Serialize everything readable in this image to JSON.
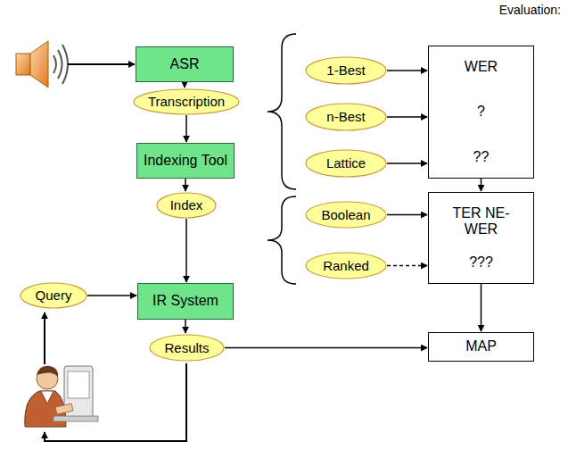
{
  "diagram": {
    "nodes": [
      {
        "text": [
          "ASR"
        ]
      },
      {
        "text": [
          "Transcription"
        ]
      },
      {
        "text": [
          "Indexing Tool"
        ]
      },
      {
        "text": [
          "Index"
        ]
      },
      {
        "text": [
          "Query"
        ]
      },
      {
        "text": [
          "IR System"
        ]
      },
      {
        "text": [
          "Results"
        ]
      },
      {
        "text": [
          "1-Best"
        ]
      },
      {
        "text": [
          "n-Best"
        ]
      },
      {
        "text": [
          "Lattice"
        ]
      },
      {
        "text": [
          "WER",
          "?",
          "??"
        ]
      },
      {
        "text": [
          "Boolean"
        ]
      },
      {
        "text": [
          "Ranked"
        ]
      },
      {
        "text": [
          "TER NE-WER",
          "???"
        ]
      },
      {
        "text": [
          "MAP"
        ]
      }
    ],
    "edges": [
      {
        "from": 0,
        "to": 1,
        "arrow": "to"
      },
      {
        "from": 1,
        "to": 2,
        "arrow": "to"
      },
      {
        "from": 2,
        "to": 3,
        "arrow": "to"
      },
      {
        "from": 3,
        "to": 5,
        "arrow": "to"
      },
      {
        "from": 4,
        "to": 5,
        "arrow": "to"
      },
      {
        "from": 5,
        "to": 6,
        "arrow": "to"
      },
      {
        "from": 6,
        "to": 14,
        "arrow": "to"
      },
      {
        "from": 7,
        "to": 10,
        "arrow": "to"
      },
      {
        "from": 8,
        "to": 10,
        "arrow": "to"
      },
      {
        "from": 9,
        "to": 10,
        "arrow": "to"
      },
      {
        "from": 10,
        "to": 13,
        "arrow": "to"
      },
      {
        "from": 11,
        "to": 13,
        "arrow": "to"
      },
      {
        "from": 12,
        "to": 13,
        "arrow": "to"
      },
      {
        "from": 13,
        "to": 14,
        "arrow": "to"
      }
    ],
    "labels": [
      "Evaluation:"
    ]
  }
}
